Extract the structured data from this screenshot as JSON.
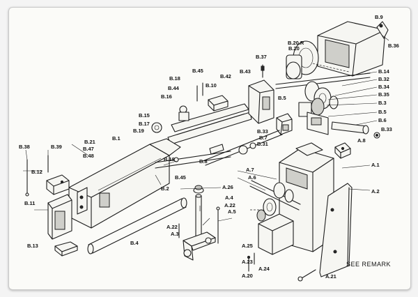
{
  "labels": {
    "b9": "B.9",
    "b36": "B.36",
    "b20r": "B.20.R",
    "b20": "B.20",
    "b37": "B.37",
    "b14": "B.14",
    "b32": "B.32",
    "b34": "B.34",
    "b35": "B.35",
    "b3": "B.3",
    "b5a": "B.5",
    "b6": "B.6",
    "b33a": "B.33",
    "a8": "A.8",
    "b45a": "B.45",
    "b42": "B.42",
    "b43": "B.43",
    "b18a": "B.18",
    "b44": "B.44",
    "b10": "B.10",
    "b16": "B.16",
    "b5b": "B.5",
    "b15": "B.15",
    "b17": "B.17",
    "b19": "B.19",
    "b33b": "B.33",
    "b7": "B.7",
    "b31": "B.31",
    "b1": "B.1",
    "b21": "B.21",
    "b47": "B.47",
    "b48": "B.48",
    "b38": "B.38",
    "b39": "B.39",
    "b12": "B.12",
    "b18b": "B.18",
    "b8": "B.8",
    "b45b": "B.45",
    "b2": "B.2",
    "a26": "A.26",
    "a7": "A.7",
    "a6": "A.6",
    "a1": "A.1",
    "a2": "A.2",
    "b11": "B.11",
    "a4": "A.4",
    "a22a": "A.22",
    "a5": "A.5",
    "a22b": "A.22",
    "a3": "A.3",
    "b4": "B.4",
    "b13": "B.13",
    "a25": "A.25",
    "a23": "A.23",
    "a24": "A.24",
    "a20": "A.20",
    "a21": "A.21"
  },
  "remark": "SEE REMARK"
}
